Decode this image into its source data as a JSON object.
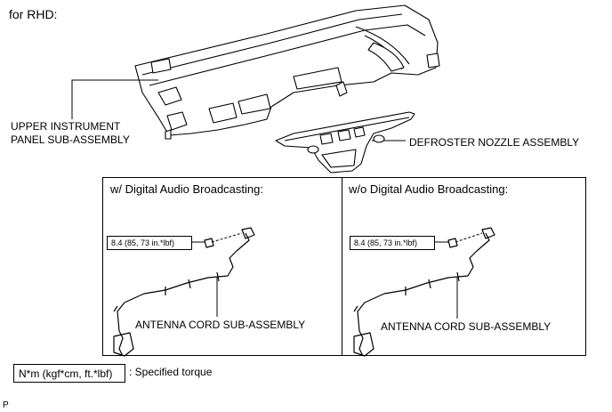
{
  "header": {
    "variant": "for RHD:"
  },
  "parts": {
    "upper_panel_line1": "UPPER INSTRUMENT",
    "upper_panel_line2": "PANEL SUB-ASSEMBLY",
    "defroster": "DEFROSTER NOZZLE ASSEMBLY"
  },
  "panels": {
    "left": {
      "title": "w/ Digital Audio Broadcasting:",
      "torque": "8.4 (85, 73 in.*lbf)",
      "part": "ANTENNA CORD SUB-ASSEMBLY"
    },
    "right": {
      "title": "w/o Digital Audio Broadcasting:",
      "torque": "8.4 (85, 73 in.*lbf)",
      "part": "ANTENNA CORD SUB-ASSEMBLY"
    }
  },
  "legend": {
    "unit": "N*m (kgf*cm, ft.*lbf)",
    "description": ": Specified torque"
  },
  "footer": {
    "code": "P"
  }
}
